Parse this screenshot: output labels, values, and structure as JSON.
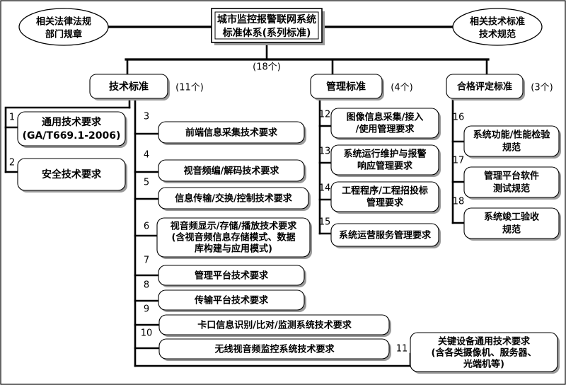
{
  "diagram": {
    "title_root": {
      "line1": "城市监控报警联网系统",
      "line2": "标准体系(系列标准)"
    },
    "left_ellipse": {
      "line1": "相关法律法规",
      "line2": "部门规章"
    },
    "right_ellipse": {
      "line1": "相关技术标准",
      "line2": "技术规范"
    },
    "root_count": "(18个)",
    "categories": [
      {
        "label": "技术标准",
        "count": "(11个)"
      },
      {
        "label": "管理标准",
        "count": "(4个)"
      },
      {
        "label": "合格评定标准",
        "count": "(3个)"
      }
    ],
    "general_items": [
      {
        "index": "1",
        "line1": "通用技术要求",
        "line2": "(GA/T669.1-2006)"
      },
      {
        "index": "2",
        "line1": "安全技术要求",
        "line2": ""
      }
    ],
    "technical_items": [
      {
        "index": "3",
        "line1": "前端信息采集技术要求",
        "line2": "",
        "line3": ""
      },
      {
        "index": "4",
        "line1": "视音频编/解码技术要求",
        "line2": "",
        "line3": ""
      },
      {
        "index": "5",
        "line1": "信息传输/交换/控制技术要求",
        "line2": "",
        "line3": ""
      },
      {
        "index": "6",
        "line1": "视音频显示/存储/播放技术要求",
        "line2": "(含视音频信息存储模式、数据",
        "line3": "库构建与应用模式)"
      },
      {
        "index": "7",
        "line1": "管理平台技术要求",
        "line2": "",
        "line3": ""
      },
      {
        "index": "8",
        "line1": "传输平台技术要求",
        "line2": "",
        "line3": ""
      },
      {
        "index": "9",
        "line1": "卡口信息识别/比对/监测系统技术要求",
        "line2": "",
        "line3": ""
      },
      {
        "index": "10",
        "line1": "无线视音频监控系统技术要求",
        "line2": "",
        "line3": ""
      },
      {
        "index": "11",
        "line1": "关键设备通用技术要求",
        "line2": "(含各类摄像机、服务器、",
        "line3": "光端机等)"
      }
    ],
    "management_items": [
      {
        "index": "12",
        "line1": "图像信息采集/接入",
        "line2": "/使用管理要求"
      },
      {
        "index": "13",
        "line1": "系统运行维护与报警",
        "line2": "响应管理要求"
      },
      {
        "index": "14",
        "line1": "工程程序/工程招投标",
        "line2": "管理要求"
      },
      {
        "index": "15",
        "line1": "系统运营服务管理要求",
        "line2": ""
      }
    ],
    "conformity_items": [
      {
        "index": "16",
        "line1": "系统功能/性能检验",
        "line2": "规范"
      },
      {
        "index": "17",
        "line1": "管理平台软件",
        "line2": "测试规范"
      },
      {
        "index": "18",
        "line1": "系统竣工验收",
        "line2": "规范"
      }
    ]
  }
}
